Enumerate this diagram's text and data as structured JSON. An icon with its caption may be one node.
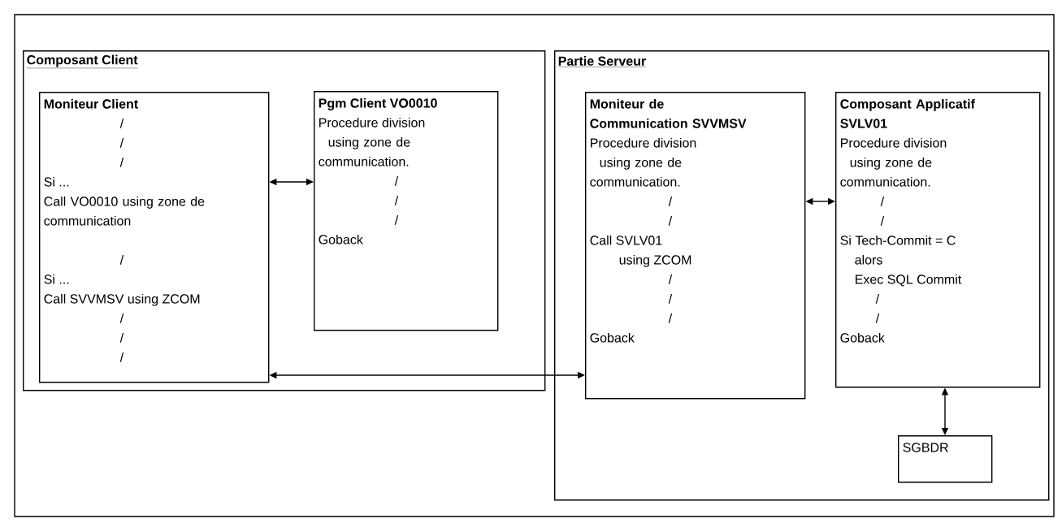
{
  "diagram": {
    "nodes": [
      {
        "text": [
          "Composant Client"
        ]
      },
      {
        "text": [
          "Moniteur Client",
          "/",
          "/",
          "/",
          "Si ...",
          "Call VO0010 using zone de communication",
          "/",
          "Si ...",
          "Call SVVMSV using ZCOM",
          "/",
          "/",
          "/"
        ],
        "in": 0
      },
      {
        "text": [
          "Pgm Client VO0010",
          "Procedure division",
          "using zone de communication.",
          "/",
          "/",
          "/",
          "Goback"
        ],
        "in": 0
      },
      {
        "text": [
          "Partie Serveur"
        ]
      },
      {
        "text": [
          "Moniteur de Communication SVVMSV",
          "Procedure division",
          "using zone de communication.",
          "/",
          "/",
          "Call SVLV01",
          "using ZCOM",
          "/",
          "/",
          "/",
          "Goback"
        ],
        "in": 3
      },
      {
        "text": [
          "Composant Applicatif SVLV01",
          "Procedure division",
          "using zone de communication.",
          "/",
          "/",
          "Si Tech-Commit = C",
          "alors",
          "Exec SQL Commit",
          "/",
          "/",
          "Goback"
        ],
        "in": 3
      },
      {
        "text": [
          "SGBDR"
        ],
        "in": 3
      }
    ],
    "edges": [
      {
        "from": 1,
        "to": 2,
        "arrow": "both"
      },
      {
        "from": 1,
        "to": 4,
        "arrow": "both"
      },
      {
        "from": 4,
        "to": 5,
        "arrow": "both"
      },
      {
        "from": 5,
        "to": 6,
        "arrow": "both"
      }
    ]
  }
}
